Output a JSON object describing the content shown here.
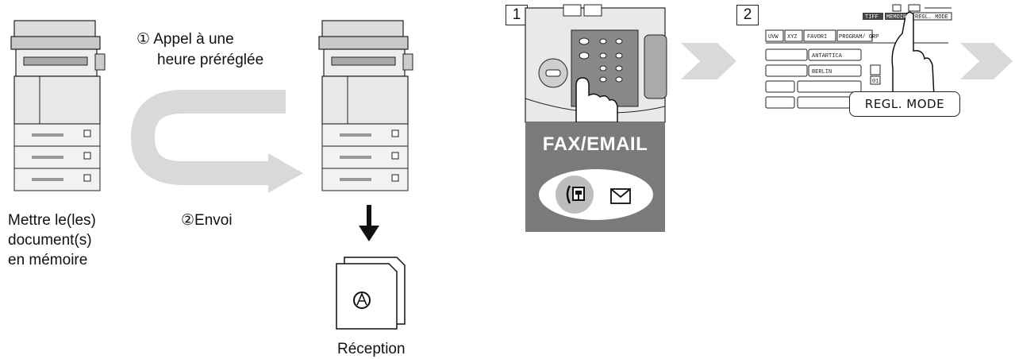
{
  "left_flow": {
    "call_label_line1": "① Appel à une",
    "call_label_line2": "heure préréglée",
    "send_label": "②Envoi",
    "store_label_line1": "Mettre le(les)",
    "store_label_line2": "document(s)",
    "store_label_line3": "en mémoire",
    "receive_label": "Réception"
  },
  "steps": [
    {
      "number": "1"
    },
    {
      "number": "2"
    }
  ],
  "fax_panel": {
    "title": "FAX/EMAIL",
    "icons": [
      "fax-icon",
      "envelope-icon"
    ]
  },
  "touch_screen": {
    "tabs": [
      "UVW",
      "XYZ",
      "FAVORI",
      "PROGRAM/ GRP"
    ],
    "top_buttons": [
      "TIFF",
      "MEMOIRE",
      "REGL. MODE"
    ],
    "entries": [
      "ANTARTICA",
      "BERLIN"
    ],
    "page_number": "01",
    "regl_mode_callout": "REGL. MODE"
  },
  "colors": {
    "arrow_gray": "#d9d9d9",
    "panel_gray": "#7a7a7a",
    "machine_gray": "#cfcfcf"
  }
}
